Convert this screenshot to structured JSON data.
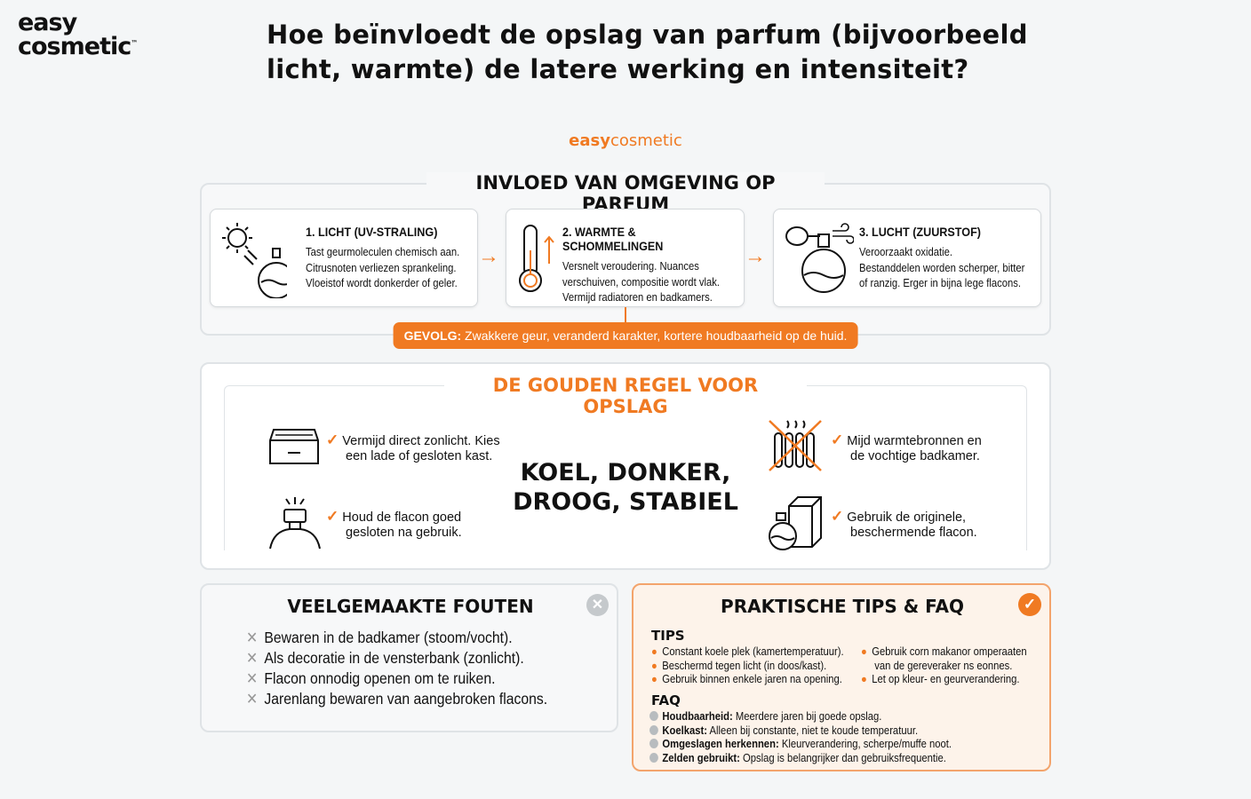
{
  "logo": {
    "line1": "easy",
    "line2": "cosmetic",
    "tm": "™"
  },
  "title": "Hoe beïnvloedt de opslag van parfum (bijvoorbeeld licht, warmte) de latere werking en intensiteit?",
  "brand": {
    "bold": "easy",
    "light": "cosmetic"
  },
  "influence": {
    "title": "INVLOED VAN OMGEVING OP PARFUM",
    "cards": [
      {
        "title": "1. LICHT (UV-STRALING)",
        "lines": [
          "Tast geurmoleculen chemisch aan.",
          "Citrusnoten verliezen sprankeling.",
          "Vloeistof wordt donkerder of geler."
        ],
        "icon": "sun-perfume-icon"
      },
      {
        "title": "2. WARMTE & SCHOMMELINGEN",
        "lines": [
          "Versnelt veroudering. Nuances",
          "verschuiven, compositie wordt vlak.",
          "Vermijd radiatoren en badkamers."
        ],
        "icon": "thermometer-icon"
      },
      {
        "title": "3. LUCHT (ZUURSTOF)",
        "lines": [
          "Veroorzaakt oxidatie.",
          "Bestanddelen worden scherper, bitter",
          "of ranzig. Erger in bijna lege flacons."
        ],
        "icon": "atomizer-wind-icon"
      }
    ],
    "consequence_label": "GEVOLG:",
    "consequence_text": " Zwakkere geur, veranderd karakter, kortere houdbaarheid op de huid."
  },
  "golden": {
    "title": "DE GOUDEN REGEL VOOR OPSLAG",
    "center_line1": "KOEL, DONKER,",
    "center_line2": "DROOG, STABIEL",
    "items": [
      {
        "l1": "Vermijd direct zonlicht. Kies",
        "l2": "een lade of gesloten kast.",
        "icon": "drawer-icon"
      },
      {
        "l1": "Houd de flacon goed",
        "l2": "gesloten na gebruik.",
        "icon": "closed-bottle-icon"
      },
      {
        "l1": "Mijd warmtebronnen en",
        "l2": "de vochtige badkamer.",
        "icon": "crossed-radiator-icon"
      },
      {
        "l1": "Gebruik de originele,",
        "l2": "beschermende flacon.",
        "icon": "bottle-box-icon"
      }
    ]
  },
  "mistakes": {
    "title": "VEELGEMAAKTE FOUTEN",
    "items": [
      "Bewaren in de badkamer (stoom/vocht).",
      "Als decoratie in de vensterbank (zonlicht).",
      "Flacon onnodig openen om te ruiken.",
      "Jarenlang bewaren van aangebroken flacons."
    ]
  },
  "tips": {
    "title": "PRAKTISCHE TIPS & FAQ",
    "tips_label": "TIPS",
    "left": [
      "Constant koele plek (kamertemperatuur).",
      "Beschermd tegen licht (in doos/kast).",
      "Gebruik binnen enkele jaren na opening."
    ],
    "right1": "Gebruik corn makanor omperaaten",
    "right1b": "van de gereveraker ns eonnes.",
    "right2": "Let op kleur- en geurverandering.",
    "faq_label": "FAQ",
    "faq": [
      {
        "q": "Houdbaarheid:",
        "a": " Meerdere jaren bij goede opslag."
      },
      {
        "q": "Koelkast:",
        "a": " Alleen bij constante, niet te koude temperatuur."
      },
      {
        "q": "Omgeslagen herkennen:",
        "a": " Kleurverandering, scherpe/muffe noot."
      },
      {
        "q": "Zelden gebruikt:",
        "a": " Opslag is belangrijker dan gebruiksfrequentie."
      }
    ]
  },
  "colors": {
    "accent": "#f07a22",
    "background": "#f4f6f7"
  }
}
